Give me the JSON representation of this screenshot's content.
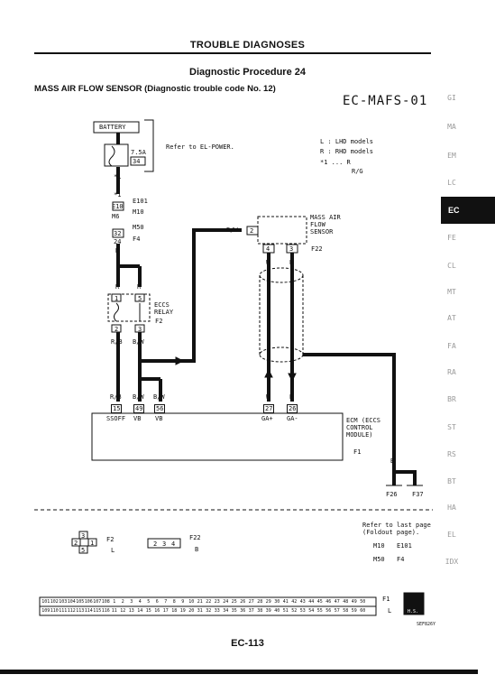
{
  "header": {
    "title": "TROUBLE DIAGNOSES"
  },
  "procedure": {
    "title": "Diagnostic Procedure 24",
    "subtitle": "MASS AIR FLOW SENSOR (Diagnostic trouble code No. 12)",
    "code": "EC-MAFS-01"
  },
  "battery": {
    "label": "BATTERY",
    "fuse": "7.5A",
    "fuse_no": "34",
    "refer": "Refer to EL-POWER."
  },
  "legend": {
    "l": "L",
    "l_desc": ": LHD models",
    "r": "R",
    "r_desc": ": RHD models",
    "note": "*1 ...",
    "note_l": "R",
    "note_r": "R/G"
  },
  "connectors_left": [
    "E101",
    "M10",
    "M50",
    "F4"
  ],
  "left_pins": [
    "E10",
    "M6",
    "32",
    "24"
  ],
  "star1_top": "*1",
  "star1_bottom": "*1",
  "wire_r": "R",
  "relay": {
    "name": "ECCS RELAY",
    "conn": "F2",
    "pins_top": [
      "1",
      "5"
    ],
    "pins_bottom": [
      "2",
      "3"
    ]
  },
  "wires_relay": {
    "a": "R/B",
    "b": "B/W"
  },
  "maf": {
    "name": "MASS AIR FLOW SENSOR",
    "conn": "F22",
    "pin_top": "2",
    "pins": [
      "4",
      "3"
    ],
    "wire_in": "B/W",
    "wires": [
      "W",
      "B"
    ]
  },
  "ecm_pins": [
    {
      "wire": "R/B",
      "pin": "15",
      "label": "SSOFF"
    },
    {
      "wire": "B/W",
      "pin": "49",
      "label": "VB"
    },
    {
      "wire": "B/W",
      "pin": "56",
      "label": "VB"
    },
    {
      "wire": "W",
      "pin": "27",
      "label": "GA+"
    },
    {
      "wire": "B",
      "pin": "26",
      "label": "GA-"
    }
  ],
  "ecm": {
    "name": "ECM (ECCS CONTROL MODULE)",
    "conn": "F1",
    "ground_wire": "B",
    "grounds": [
      "F26",
      "F37"
    ]
  },
  "bottom": {
    "conn_f2": "F2",
    "f2_color": "L",
    "f2_pins": [
      "3",
      "2",
      "1",
      "5"
    ],
    "conn_f22": "F22",
    "f22_color": "B",
    "f22_pins": [
      "2",
      "3",
      "4"
    ],
    "refer": "Refer to last page (Foldout page).",
    "refer_conns": [
      "M10",
      "E101",
      "M50",
      "F4"
    ],
    "ecm_conn": "F1",
    "ecm_color": "L",
    "hs": "H.S.",
    "ref_code": "SEF826Y"
  },
  "ecm_connector_rows": {
    "row1": [
      "101",
      "102",
      "103",
      "104",
      "105",
      "106",
      "107",
      "108",
      "1",
      "2",
      "3",
      "4",
      "5",
      "6",
      "7",
      "8",
      "9",
      "10",
      "21",
      "22",
      "23",
      "24",
      "25",
      "26",
      "27",
      "28",
      "29",
      "30",
      "41",
      "42",
      "43",
      "44",
      "45",
      "46",
      "47",
      "48",
      "49",
      "50"
    ],
    "row2": [
      "109",
      "110",
      "111",
      "112",
      "113",
      "114",
      "115",
      "116",
      "11",
      "12",
      "13",
      "14",
      "15",
      "16",
      "17",
      "18",
      "19",
      "20",
      "31",
      "32",
      "33",
      "34",
      "35",
      "36",
      "37",
      "38",
      "39",
      "40",
      "51",
      "52",
      "53",
      "54",
      "55",
      "56",
      "57",
      "58",
      "59",
      "60"
    ]
  },
  "sidebar": [
    "GI",
    "MA",
    "EM",
    "LC",
    "EC",
    "FE",
    "CL",
    "MT",
    "AT",
    "FA",
    "RA",
    "BR",
    "ST",
    "RS",
    "BT",
    "HA",
    "EL",
    "IDX"
  ],
  "footer": {
    "page": "EC-113"
  }
}
